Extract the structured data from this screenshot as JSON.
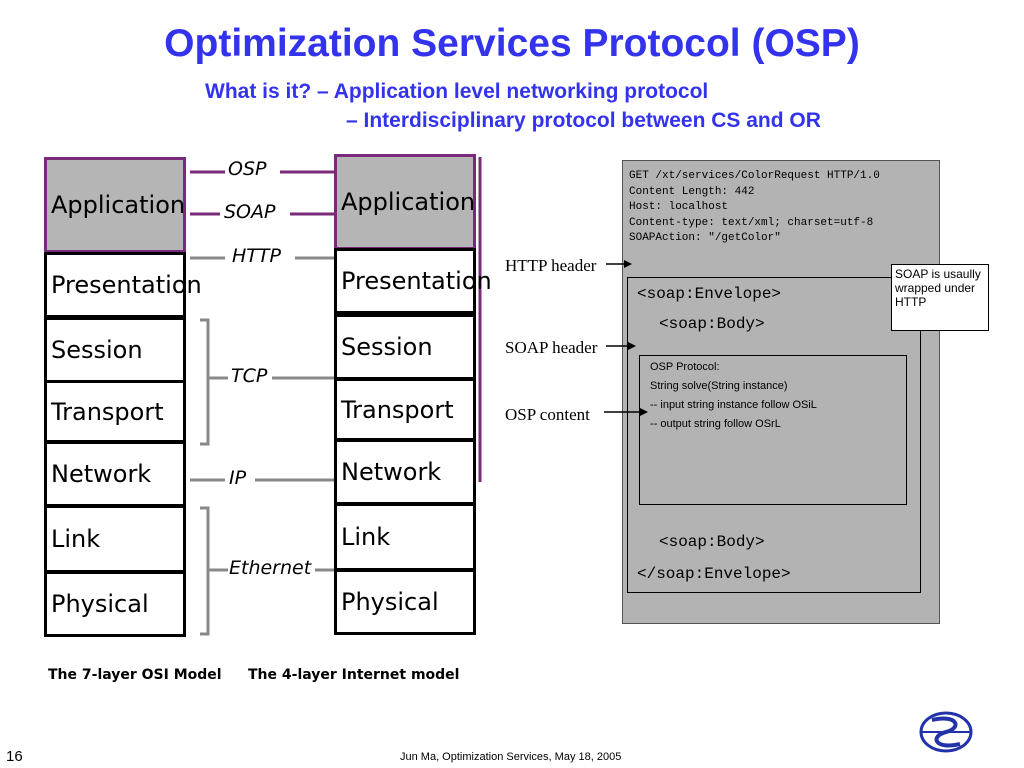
{
  "slide": {
    "title": "Optimization Services Protocol (OSP)",
    "subtitle_line1": "What is it? – Application level networking protocol",
    "subtitle_line2": "– Interdisciplinary protocol between CS and OR",
    "page_number": "16",
    "footer": "Jun Ma, Optimization Services, May 18, 2005"
  },
  "osi_model": {
    "caption": "The 7-layer OSI Model",
    "layers": [
      "Application",
      "Presentation",
      "Session",
      "Transport",
      "Network",
      "Link",
      "Physical"
    ]
  },
  "internet_model": {
    "caption": "The 4-layer Internet model",
    "layers": [
      "Application",
      "Presentation",
      "Session",
      "Transport",
      "Network",
      "Link",
      "Physical"
    ]
  },
  "protocols": {
    "osp": "OSP",
    "soap": "SOAP",
    "http": "HTTP",
    "tcp": "TCP",
    "ip": "IP",
    "ethernet": "Ethernet"
  },
  "message": {
    "http_lines": [
      "GET /xt/services/ColorRequest HTTP/1.0",
      "Content Length: 442",
      "Host: localhost",
      "Content-type: text/xml; charset=utf-8",
      "SOAPAction: \"/getColor\""
    ],
    "envelope_open": "<soap:Envelope>",
    "body_open": "<soap:Body>",
    "osp_lines": [
      "OSP Protocol:",
      "String solve(String instance)",
      "-- input string instance follow OSiL",
      "-- output string follow OSrL"
    ],
    "body_close": "<soap:Body>",
    "envelope_close": "</soap:Envelope>"
  },
  "labels": {
    "http_header": "HTTP header",
    "soap_header": "SOAP  header",
    "osp_content": "OSP content",
    "note": "SOAP is usaully wrapped under HTTP"
  }
}
